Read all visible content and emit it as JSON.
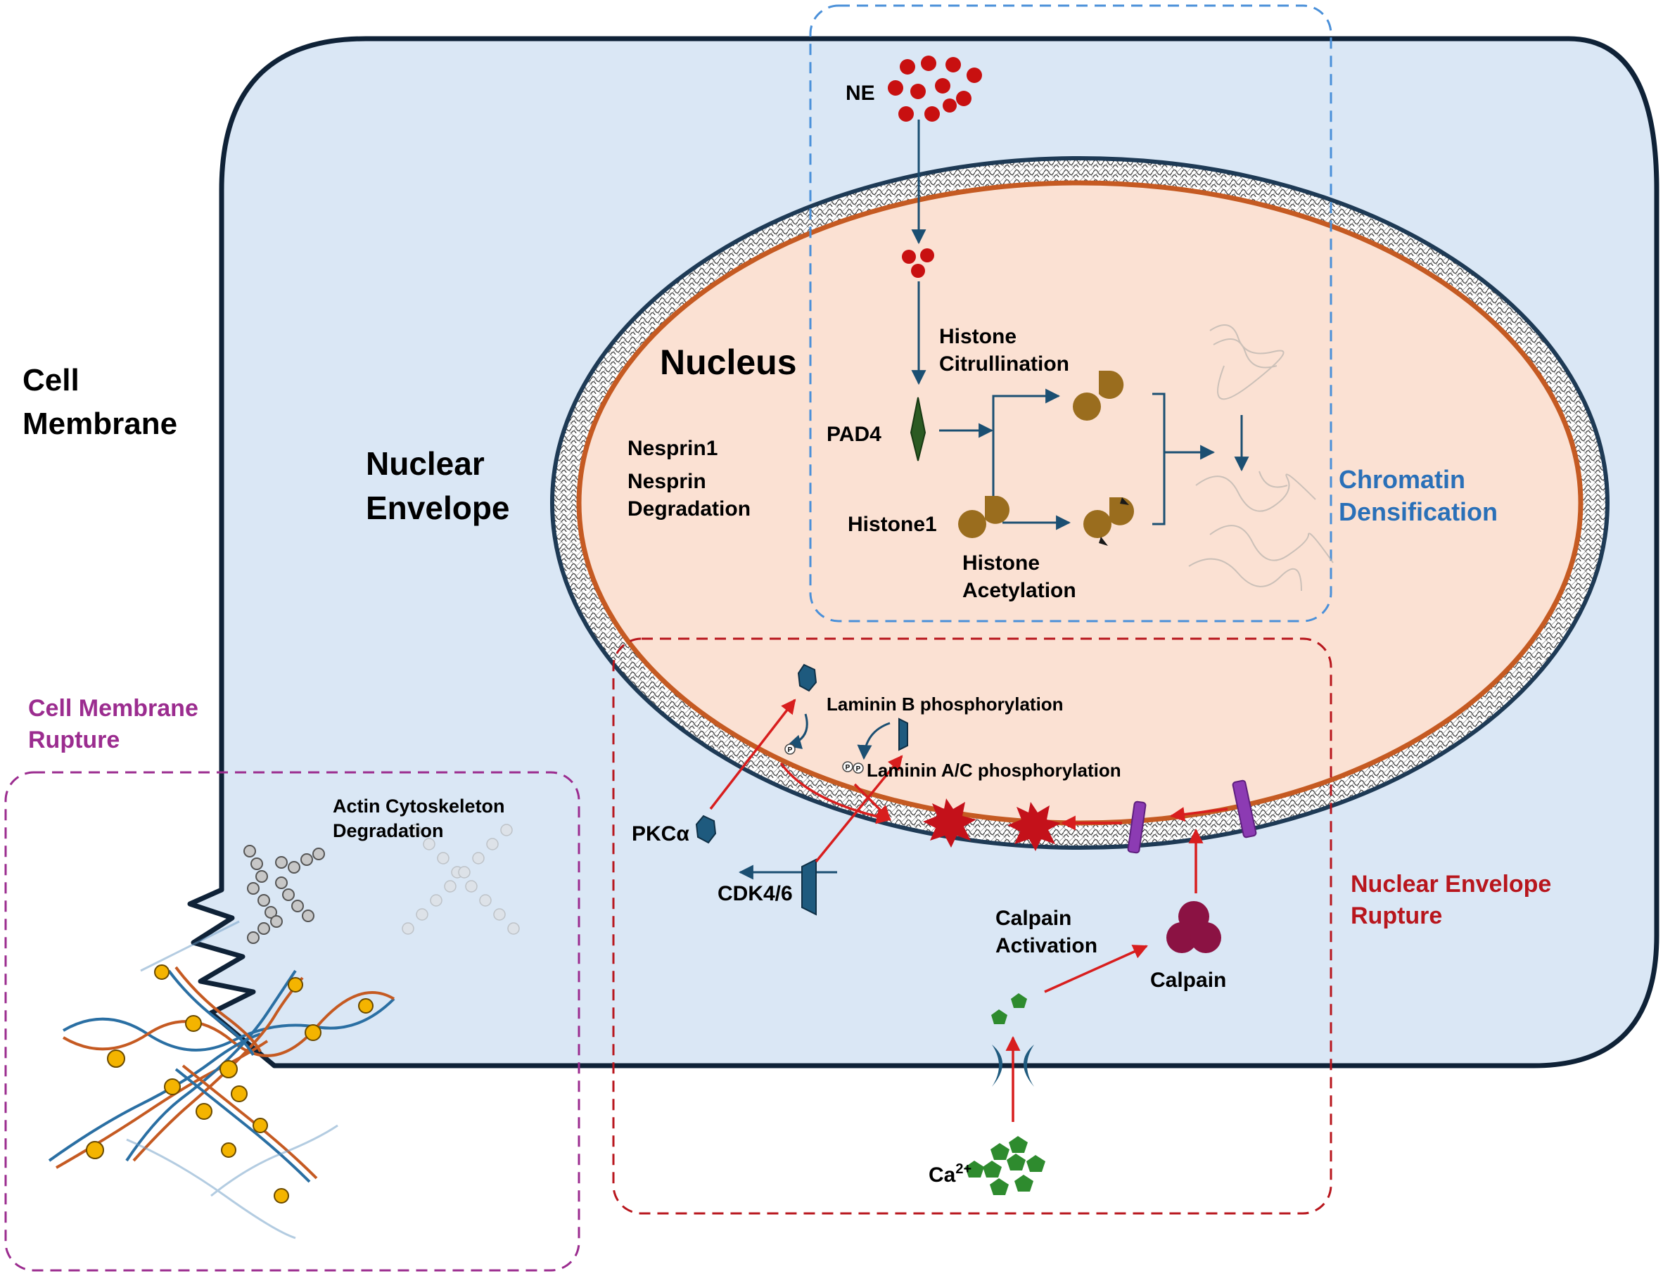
{
  "labels": {
    "cell_membrane": [
      "Cell",
      "Membrane"
    ],
    "nuclear_envelope": [
      "Nuclear",
      "Envelope"
    ],
    "nucleus": "Nucleus",
    "ne": "NE",
    "histone_citrullination": [
      "Histone",
      "Citrullination"
    ],
    "pad4": "PAD4",
    "histone1": "Histone1",
    "histone_acetylation": [
      "Histone",
      "Acetylation"
    ],
    "nesprin1": "Nesprin1",
    "nesprin_degradation": [
      "Nesprin",
      "Degradation"
    ],
    "chromatin_densification": [
      "Chromatin",
      "Densification"
    ],
    "laminin_b": "Laminin B phosphorylation",
    "laminin_ac": "Laminin A/C phosphorylation",
    "pkca": "PKCα",
    "cdk46": "CDK4/6",
    "calpain_activation": [
      "Calpain",
      "Activation"
    ],
    "calpain": "Calpain",
    "nuclear_envelope_rupture": [
      "Nuclear Envelope",
      "Rupture"
    ],
    "cell_membrane_rupture": [
      "Cell Membrane",
      "Rupture"
    ],
    "actin_degradation": [
      "Actin Cytoskeleton",
      "Degradation"
    ],
    "ca_base": "Ca",
    "ca_sup": "2+",
    "phospho": "P"
  },
  "colors": {
    "cell_fill": "#dae7f5",
    "cell_stroke": "#0f2237",
    "nucleus_fill": "#fbe1d3",
    "nuclear_rim": "#c55a22",
    "pathway_arrow": "#1b4f72",
    "rupture_arrow": "#d81e1e",
    "blue_box": "#4a90d9",
    "red_box": "#b8161d",
    "purple_box": "#9b2c8f",
    "ne_dots": "#c81010",
    "histone": "#9a6d1e",
    "pad4": "#2b5a22",
    "kinase": "#1e5a7e",
    "nesprin": "#8c3bb3",
    "calpain": "#8b1243",
    "calcium": "#2e8b2e",
    "burst": "#c4111a"
  },
  "icons": [
    "ne-dot-cluster",
    "pad4-diamond",
    "histone-drop",
    "chromatin-strands",
    "kinase-hexagon",
    "phospho-tag",
    "rupture-burst",
    "nesprin-bar",
    "calpain-trefoil",
    "calcium-pentagon",
    "ion-channel",
    "actin-filaments",
    "released-dna"
  ]
}
